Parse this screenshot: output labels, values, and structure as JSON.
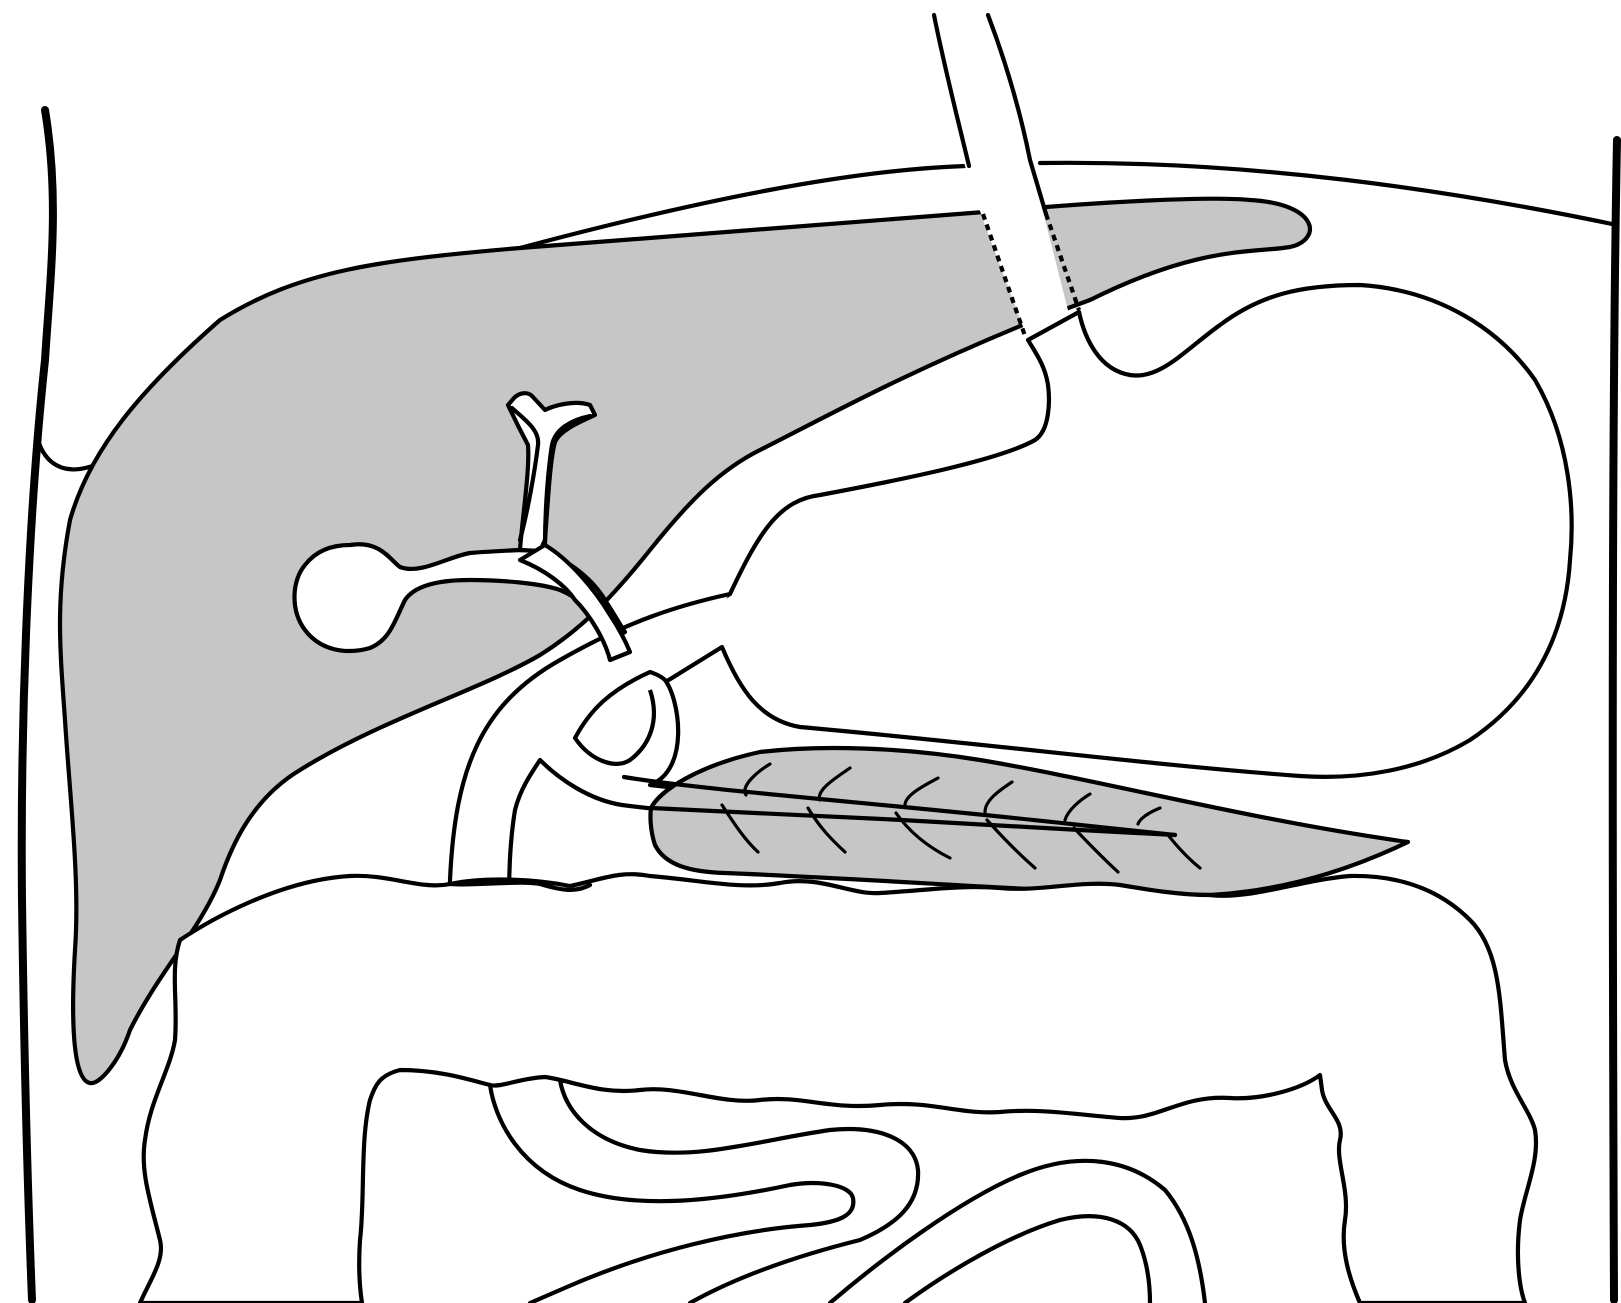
{
  "figure": {
    "kind": "anatomical line drawing",
    "colors": {
      "organ_fill": "#c6c6c6",
      "outline": "#000000",
      "background": "#ffffff"
    },
    "structures": [
      "liver",
      "gallbladder",
      "bile-duct",
      "esophagus",
      "stomach",
      "duodenum",
      "pancreas",
      "pancreatic-duct",
      "transverse-colon",
      "small-intestine",
      "body-wall"
    ]
  }
}
